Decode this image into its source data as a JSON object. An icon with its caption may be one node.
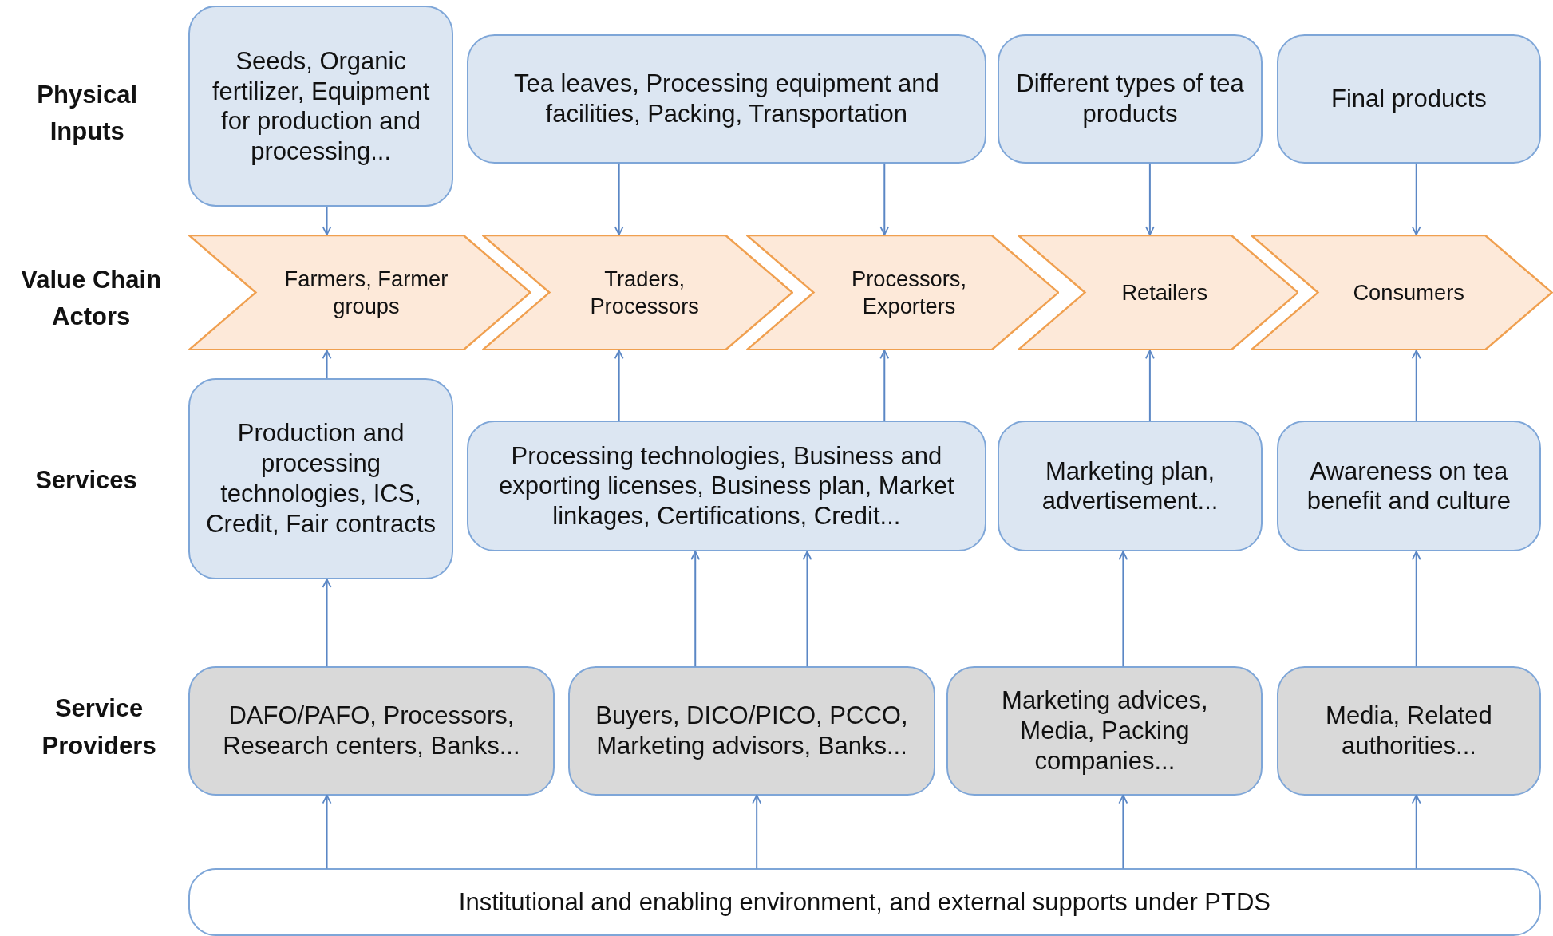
{
  "diagram": {
    "nodes": [
      {
        "text": [
          "Seeds, Organic fertilizer, Equipment for production and processing..."
        ]
      },
      {
        "text": [
          "Tea leaves, Processing equipment and facilities, Packing, Transportation"
        ]
      },
      {
        "text": [
          "Different types of tea products"
        ]
      },
      {
        "text": [
          "Final products"
        ]
      },
      {
        "text": [
          "Farmers, Farmer groups"
        ]
      },
      {
        "text": [
          "Traders, Processors"
        ]
      },
      {
        "text": [
          "Processors, Exporters"
        ]
      },
      {
        "text": [
          "Retailers"
        ]
      },
      {
        "text": [
          "Consumers"
        ]
      },
      {
        "text": [
          "Production and processing technologies, ICS, Credit, Fair contracts"
        ]
      },
      {
        "text": [
          "Processing technologies, Business and exporting licenses, Business plan, Market linkages, Certifications, Credit..."
        ]
      },
      {
        "text": [
          "Marketing plan, advertisement..."
        ]
      },
      {
        "text": [
          "Awareness on tea benefit and culture"
        ]
      },
      {
        "text": [
          "DAFO/PAFO, Processors, Research centers, Banks..."
        ]
      },
      {
        "text": [
          "Buyers, DICO/PICO, PCCO, Marketing advisors, Banks..."
        ]
      },
      {
        "text": [
          "Marketing advices, Media, Packing companies..."
        ]
      },
      {
        "text": [
          "Media, Related authorities..."
        ]
      },
      {
        "text": [
          "Institutional and enabling environment, and external supports under PTDS"
        ]
      }
    ],
    "edges": [
      {
        "from": 0,
        "to": 4,
        "arrow": "to"
      },
      {
        "from": 1,
        "to": 5,
        "arrow": "to"
      },
      {
        "from": 1,
        "to": 6,
        "arrow": "to"
      },
      {
        "from": 2,
        "to": 7,
        "arrow": "to"
      },
      {
        "from": 3,
        "to": 8,
        "arrow": "to"
      },
      {
        "from": 9,
        "to": 4,
        "arrow": "to"
      },
      {
        "from": 10,
        "to": 5,
        "arrow": "to"
      },
      {
        "from": 10,
        "to": 6,
        "arrow": "to"
      },
      {
        "from": 11,
        "to": 7,
        "arrow": "to"
      },
      {
        "from": 12,
        "to": 8,
        "arrow": "to"
      },
      {
        "from": 13,
        "to": 9,
        "arrow": "to"
      },
      {
        "from": 14,
        "to": 10,
        "arrow": "to"
      },
      {
        "from": 14,
        "to": 10,
        "arrow": "to"
      },
      {
        "from": 15,
        "to": 11,
        "arrow": "to"
      },
      {
        "from": 16,
        "to": 12,
        "arrow": "to"
      },
      {
        "from": 17,
        "to": 13,
        "arrow": "to"
      },
      {
        "from": 17,
        "to": 14,
        "arrow": "to"
      },
      {
        "from": 17,
        "to": 15,
        "arrow": "to"
      },
      {
        "from": 17,
        "to": 16,
        "arrow": "to"
      }
    ],
    "labels": [
      "Physical Inputs",
      "Value Chain Actors",
      "Services",
      "Service Providers"
    ]
  }
}
